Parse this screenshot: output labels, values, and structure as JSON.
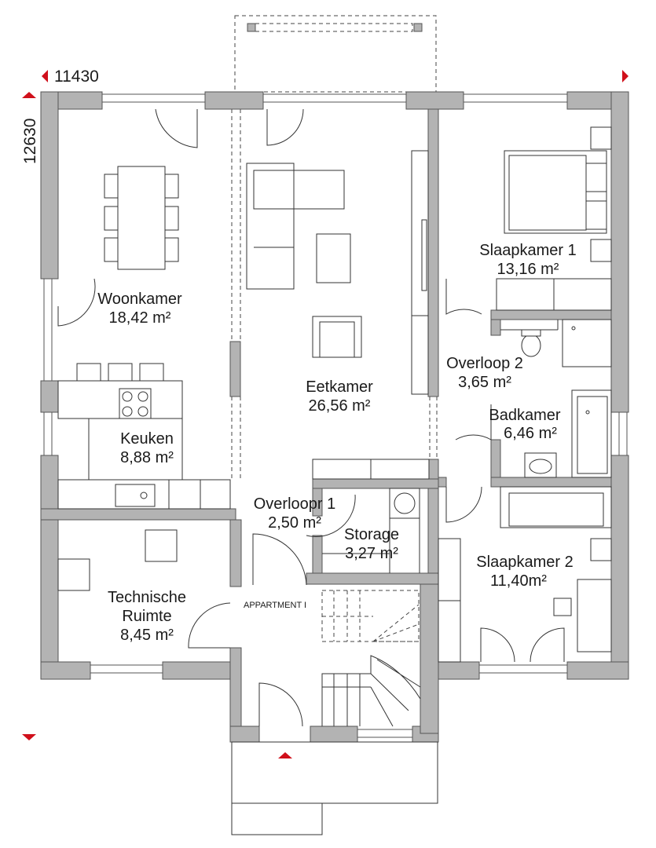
{
  "dimensions": {
    "width": "11430",
    "height": "12630"
  },
  "colors": {
    "wall": "#b3b3b3",
    "marker": "#d0101b"
  },
  "rooms": {
    "woonkamer": {
      "name": "Woonkamer",
      "area": "18,42 m²"
    },
    "eetkamer": {
      "name": "Eetkamer",
      "area": "26,56 m²"
    },
    "keuken": {
      "name": "Keuken",
      "area": "8,88 m²"
    },
    "slaapkamer1": {
      "name": "Slaapkamer 1",
      "area": "13,16 m²"
    },
    "overloop2": {
      "name": "Overloop 2",
      "area": "3,65 m²"
    },
    "badkamer": {
      "name": "Badkamer",
      "area": "6,46 m²"
    },
    "overloopr1": {
      "name": "Overloopr 1",
      "area": "2,50 m²"
    },
    "storage": {
      "name": "Storage",
      "area": "3,27 m²"
    },
    "slaapkamer2": {
      "name": "Slaapkamer 2",
      "area": "11,40m²"
    },
    "technische": {
      "name1": "Technische",
      "name2": "Ruimte",
      "area": "8,45 m²"
    }
  },
  "entrance_label": "APPARTMENT I"
}
